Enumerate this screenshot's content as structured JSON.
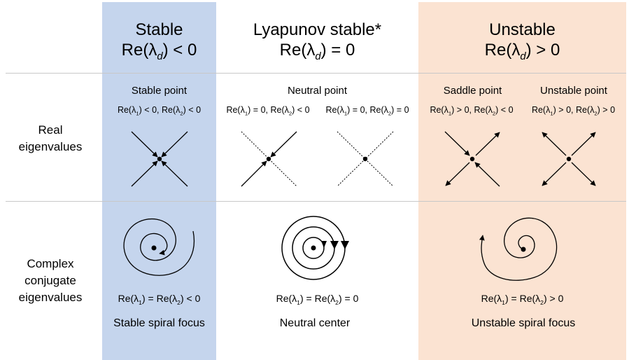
{
  "colors": {
    "stable_bg": "#c5d5ed",
    "unstable_bg": "#fbe3d2",
    "divider": "#c8c8c8"
  },
  "header": {
    "stable": {
      "title": "Stable",
      "cond": "Re(λd) < 0"
    },
    "lyapunov": {
      "title": "Lyapunov stable*",
      "cond": "Re(λd) = 0"
    },
    "unstable": {
      "title": "Unstable",
      "cond": "Re(λd) > 0"
    }
  },
  "rows": {
    "real": "Real eigenvalues",
    "complex": "Complex conjugate eigenvalues"
  },
  "real_cells": {
    "stable_point": {
      "title": "Stable point",
      "cond": "Re(λ1) < 0, Re(λ2) < 0"
    },
    "neutral_point": {
      "title": "Neutral point",
      "cond_left": "Re(λ1) = 0, Re(λ2) < 0",
      "cond_right": "Re(λ1) = 0, Re(λ2) = 0"
    },
    "saddle_point": {
      "title": "Saddle point",
      "cond": "Re(λ1) > 0, Re(λ2) < 0"
    },
    "unstable_point": {
      "title": "Unstable point",
      "cond": "Re(λ1) > 0, Re(λ2) > 0"
    }
  },
  "complex_cells": {
    "stable": {
      "cond": "Re(λ1) = Re(λ2) < 0",
      "name": "Stable spiral focus"
    },
    "neutral": {
      "cond": "Re(λ1) = Re(λ2) = 0",
      "name": "Neutral center"
    },
    "unstable": {
      "cond": "Re(λ1) = Re(λ2) > 0",
      "name": "Unstable spiral focus"
    }
  }
}
